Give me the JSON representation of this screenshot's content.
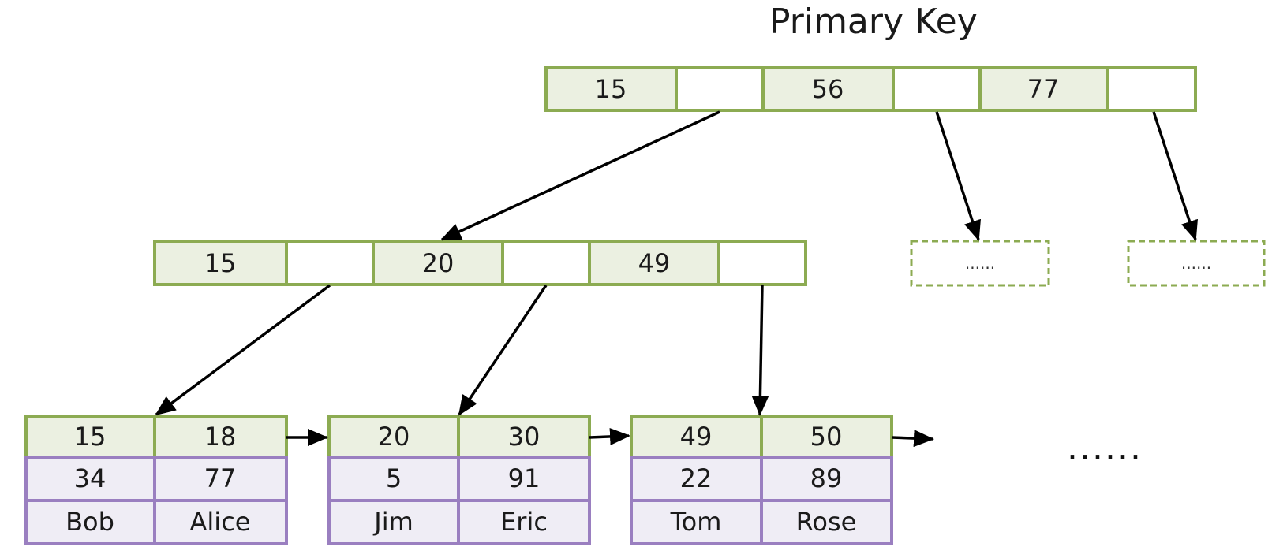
{
  "title": "Primary Key",
  "root": {
    "keys": [
      "15",
      "56",
      "77"
    ]
  },
  "internal": {
    "keys": [
      "15",
      "20",
      "49"
    ]
  },
  "placeholders": [
    "......",
    "......"
  ],
  "leaves": [
    {
      "keys": [
        "15",
        "18"
      ],
      "col2": [
        "34",
        "77"
      ],
      "names": [
        "Bob",
        "Alice"
      ]
    },
    {
      "keys": [
        "20",
        "30"
      ],
      "col2": [
        "5",
        "91"
      ],
      "names": [
        "Jim",
        "Eric"
      ]
    },
    {
      "keys": [
        "49",
        "50"
      ],
      "col2": [
        "22",
        "89"
      ],
      "names": [
        "Tom",
        "Rose"
      ]
    }
  ],
  "continuation": "......",
  "colors": {
    "key_fill": "#ebf0e1",
    "key_stroke": "#8cab52",
    "data_fill": "#efedf5",
    "data_stroke": "#9a7fc0",
    "arrow": "#000000"
  }
}
